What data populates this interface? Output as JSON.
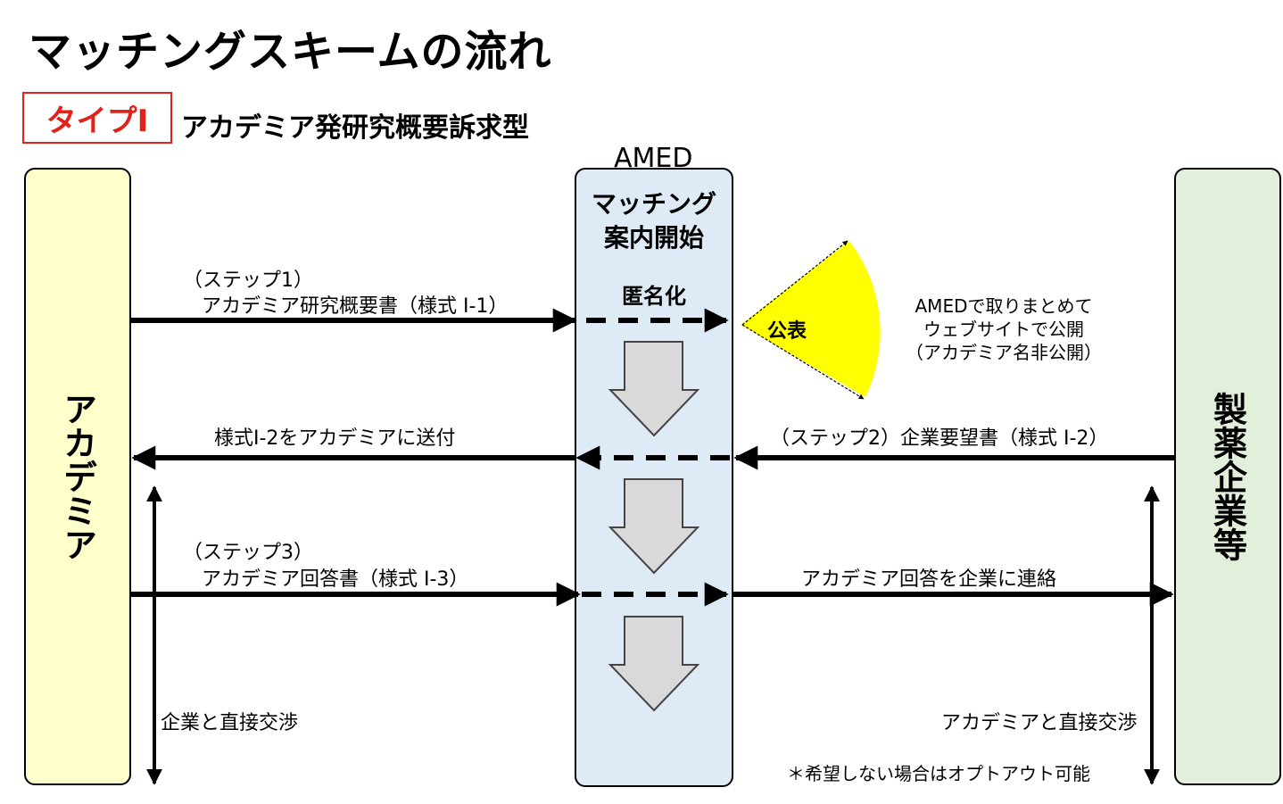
{
  "title": "マッチングスキームの流れ",
  "type_badge": "タイプⅠ",
  "subtitle": "アカデミア発研究概要訴求型",
  "amed": {
    "label": "AMED",
    "start_line1": "マッチング",
    "start_line2": "案内開始",
    "anonymize": "匿名化",
    "publish": "公表",
    "note_line1": "AMEDで取りまとめて",
    "note_line2": "ウェブサイトで公開",
    "note_line3": "（アカデミア名非公開）"
  },
  "academia": {
    "label": "アカデミア"
  },
  "company": {
    "label": "製薬企業等"
  },
  "steps": {
    "step1_line1": "（ステップ1）",
    "step1_line2": "アカデミア研究概要書（様式 I-1）",
    "send_i2": "様式I-2をアカデミアに送付",
    "step2": "（ステップ2）企業要望書（様式 I-2）",
    "step3_line1": "（ステップ3）",
    "step3_line2": "アカデミア回答書（様式 I-3）",
    "contact": "アカデミア回答を企業に連絡"
  },
  "negotiation": {
    "academia_side": "企業と直接交渉",
    "company_side": "アカデミアと直接交渉"
  },
  "footnote": "＊希望しない場合はオプトアウト可能",
  "colors": {
    "academia_fill": "#ffffcc",
    "company_fill": "#e2efda",
    "amed_fill": "#deebf7",
    "badge_red": "#e3211b",
    "publish_yellow": "#ffff00",
    "flow_arrow_gray": "#d9d9d9"
  }
}
